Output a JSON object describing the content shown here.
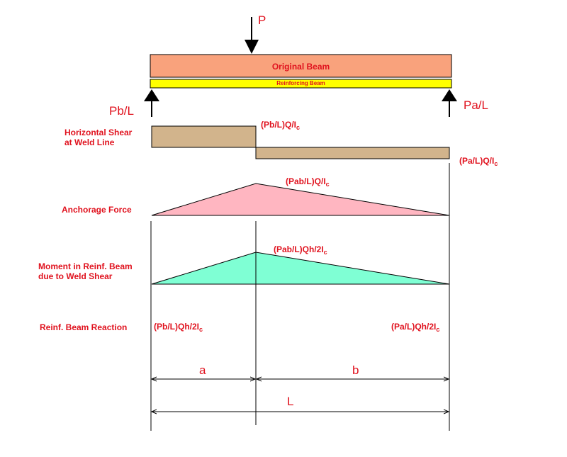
{
  "beam": {
    "original_label": "Original Beam",
    "reinforcing_label": "Reinforcing Beam"
  },
  "loads": {
    "applied": "P",
    "left_reaction": "Pb/L",
    "right_reaction": "Pa/L"
  },
  "rows": {
    "horizontal_shear_line1": "Horizontal Shear",
    "horizontal_shear_line2": "at Weld Line",
    "anchorage_force": "Anchorage Force",
    "moment_line1": "Moment in Reinf. Beam",
    "moment_line2": "due to Weld Shear",
    "reaction": "Reinf. Beam Reaction"
  },
  "values": {
    "shear_left_main": "(Pb/L)Q/I",
    "shear_left_sub": "c",
    "shear_right_main": "(Pa/L)Q/I",
    "shear_right_sub": "c",
    "anchorage_peak_main": "(Pab/L)Q/I",
    "anchorage_peak_sub": "c",
    "moment_peak_main": "(Pab/L)Qh/2I",
    "moment_peak_sub": "c",
    "reaction_left_main": "(Pb/L)Qh/2I",
    "reaction_left_sub": "c",
    "reaction_right_main": "(Pa/L)Qh/2I",
    "reaction_right_sub": "c"
  },
  "dimensions": {
    "a": "a",
    "b": "b",
    "L": "L"
  },
  "colors": {
    "label_red": "#e0121e",
    "original_beam": "#f9a27c",
    "reinforcing_beam": "#ffff00",
    "shear_fill": "#d2b48c",
    "anchorage_fill": "#ffb6c1",
    "moment_fill": "#7fffd4"
  }
}
